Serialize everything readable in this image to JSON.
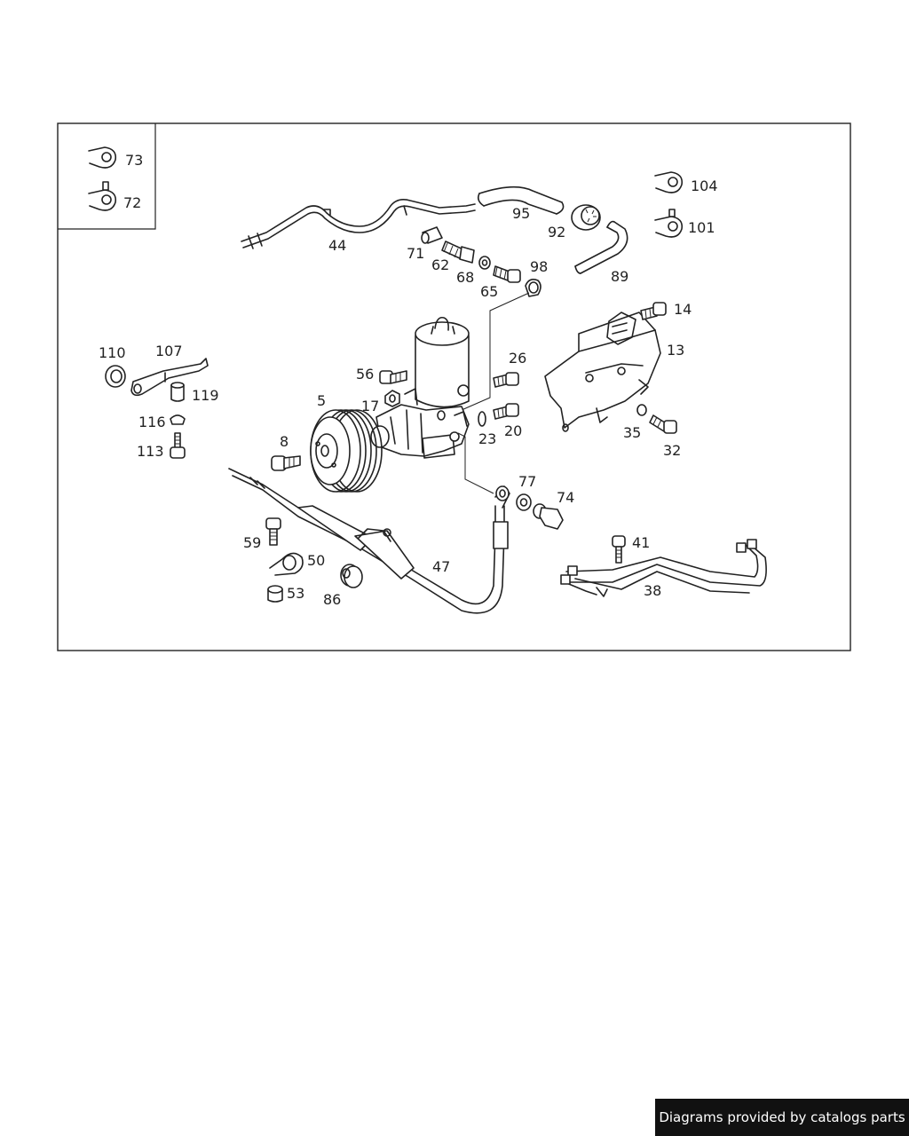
{
  "parts": [
    "73",
    "72",
    "104",
    "101",
    "44",
    "95",
    "92",
    "89",
    "71",
    "62",
    "68",
    "65",
    "98",
    "14",
    "13",
    "110",
    "107",
    "119",
    "116",
    "113",
    "56",
    "26",
    "5",
    "17",
    "20",
    "23",
    "35",
    "32",
    "8",
    "77",
    "74",
    "59",
    "50",
    "41",
    "47",
    "53",
    "86",
    "38"
  ],
  "footer": {
    "text": "Diagrams provided by catalogs parts"
  }
}
